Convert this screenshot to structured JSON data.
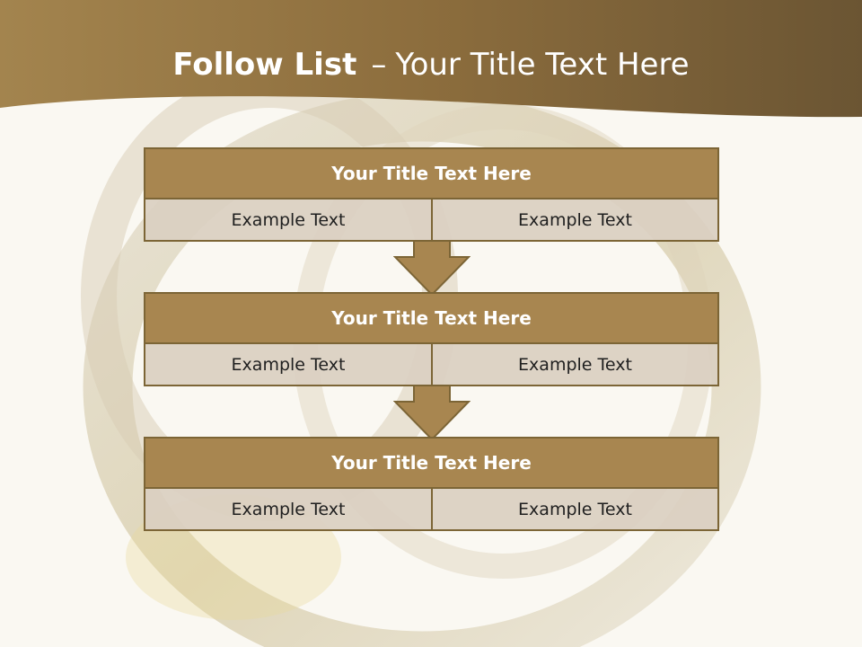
{
  "slide": {
    "title_bold": "Follow List",
    "title_separator": "–",
    "title_rest": "Your Title Text Here"
  },
  "blocks": [
    {
      "title": "Your Title Text Here",
      "left_text": "Example Text",
      "right_text": "Example Text"
    },
    {
      "title": "Your Title Text Here",
      "left_text": "Example Text",
      "right_text": "Example Text"
    },
    {
      "title": "Your Title Text Here",
      "left_text": "Example Text",
      "right_text": "Example Text"
    }
  ],
  "colors": {
    "header_band": "#8e6f3a",
    "block_title_fill": "#a88650",
    "block_border": "#7c6536",
    "cell_fill": "#dacfc1",
    "arrow_fill": "#a88650",
    "background": "#faf8f2"
  }
}
